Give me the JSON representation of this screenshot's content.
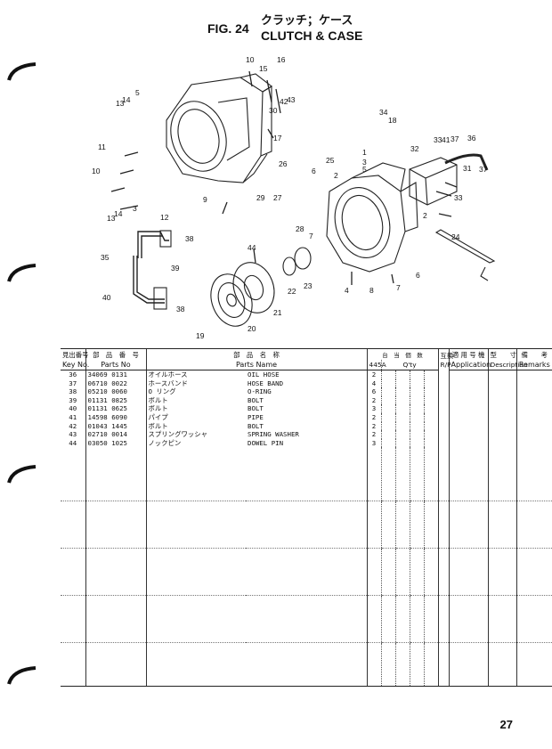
{
  "figure": {
    "number": "FIG. 24",
    "title_jp": "クラッチ；ケース",
    "title_en": "CLUTCH & CASE"
  },
  "callouts": [
    "1",
    "2",
    "3",
    "4",
    "5",
    "6",
    "7",
    "8",
    "9",
    "10",
    "11",
    "12",
    "13",
    "14",
    "15",
    "16",
    "17",
    "18",
    "19",
    "20",
    "21",
    "22",
    "23",
    "24",
    "25",
    "26",
    "27",
    "28",
    "29",
    "30",
    "31",
    "32",
    "33",
    "34",
    "35",
    "36",
    "37",
    "38",
    "39",
    "40",
    "41",
    "42",
    "43",
    "44"
  ],
  "table": {
    "headers": {
      "key_no_jp": "見出番号",
      "key_no_en": "Key No.",
      "parts_no_jp": "部　品　番　号",
      "parts_no_en": "Parts No",
      "parts_name_jp": "部　品　名　称",
      "parts_name_en": "Parts Name",
      "qty_jp": "台　当　個　数",
      "qty_en": "Q'ty",
      "model": "445A",
      "interchange_jp": "互換",
      "interchange_en": "R/P",
      "application_jp": "適 用 号 機",
      "application_en": "Application",
      "dimension_jp": "型　　寸",
      "dimension_en": "Description",
      "remarks_jp": "備　　考",
      "remarks_en": "Remarks"
    },
    "rows": [
      {
        "key": "36",
        "part_no": "34069 0131",
        "name_jp": "オイルホース",
        "name_en": "OIL HOSE",
        "qty": "2"
      },
      {
        "key": "37",
        "part_no": "06710 0022",
        "name_jp": "ホースバンド",
        "name_en": "HOSE BAND",
        "qty": "4"
      },
      {
        "key": "38",
        "part_no": "05210 0060",
        "name_jp": "O リング",
        "name_en": "O-RING",
        "qty": "6"
      },
      {
        "key": "39",
        "part_no": "01131 0825",
        "name_jp": "ボルト",
        "name_en": "BOLT",
        "qty": "2"
      },
      {
        "key": "40",
        "part_no": "01131 0625",
        "name_jp": "ボルト",
        "name_en": "BOLT",
        "qty": "3"
      },
      {
        "key": "41",
        "part_no": "14598 6090",
        "name_jp": "パイプ",
        "name_en": "PIPE",
        "qty": "2"
      },
      {
        "key": "42",
        "part_no": "01043 1445",
        "name_jp": "ボルト",
        "name_en": "BOLT",
        "qty": "2"
      },
      {
        "key": "43",
        "part_no": "02710 0014",
        "name_jp": "スプリングワッシャ",
        "name_en": "SPRING WASHER",
        "qty": "2"
      },
      {
        "key": "44",
        "part_no": "03050 1025",
        "name_jp": "ノックピン",
        "name_en": "DOWEL PIN",
        "qty": "3"
      }
    ]
  },
  "page_number": "27"
}
